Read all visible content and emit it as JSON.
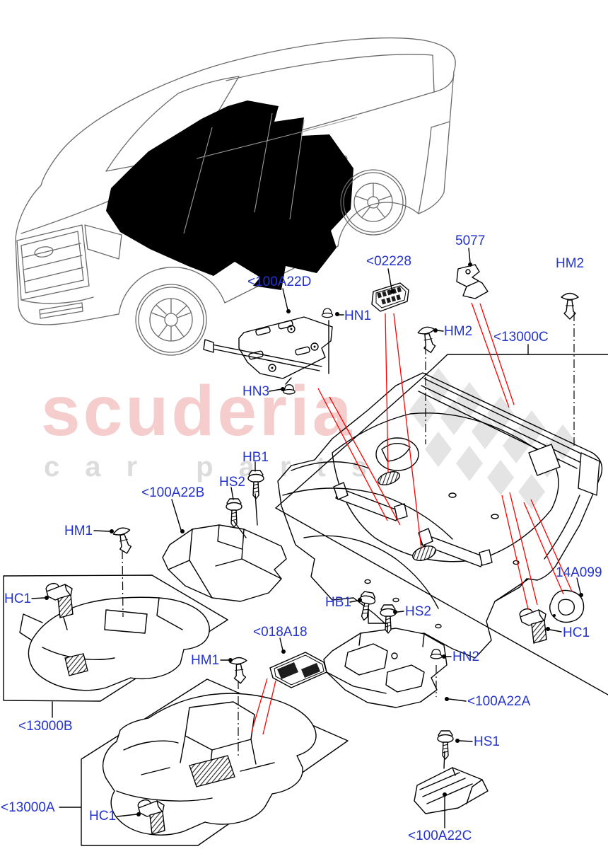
{
  "watermark": {
    "line1": "scuderia",
    "line2": "car parts",
    "color_primary": "#f6cdcd",
    "color_secondary": "#dcdcdc"
  },
  "colors": {
    "label_blue": "#2333cc",
    "leader_red": "#ff0000",
    "line_black": "#000000",
    "vehicle_gray": "#6a6a6a",
    "checker_gray": "#e4e4e4"
  },
  "vehicle": {
    "highlight": "floor-covering-area-blacked-out"
  },
  "parts": {
    "labels": [
      {
        "code": "<100A22D"
      },
      {
        "code": "<02228"
      },
      {
        "code": "5077"
      },
      {
        "code": "HM2"
      },
      {
        "code": "HN1"
      },
      {
        "code": "HM2"
      },
      {
        "code": "<13000C"
      },
      {
        "code": "HN3"
      },
      {
        "code": "HB1"
      },
      {
        "code": "HS2"
      },
      {
        "code": "<100A22B"
      },
      {
        "code": "HM1"
      },
      {
        "code": "HC1"
      },
      {
        "code": "14A099"
      },
      {
        "code": "HC1"
      },
      {
        "code": "HB1"
      },
      {
        "code": "HS2"
      },
      {
        "code": "<018A18"
      },
      {
        "code": "HM1"
      },
      {
        "code": "HN2"
      },
      {
        "code": "<100A22A"
      },
      {
        "code": "<13000B"
      },
      {
        "code": "HS1"
      },
      {
        "code": "<13000A"
      },
      {
        "code": "HC1"
      },
      {
        "code": "<100A22C"
      }
    ]
  }
}
